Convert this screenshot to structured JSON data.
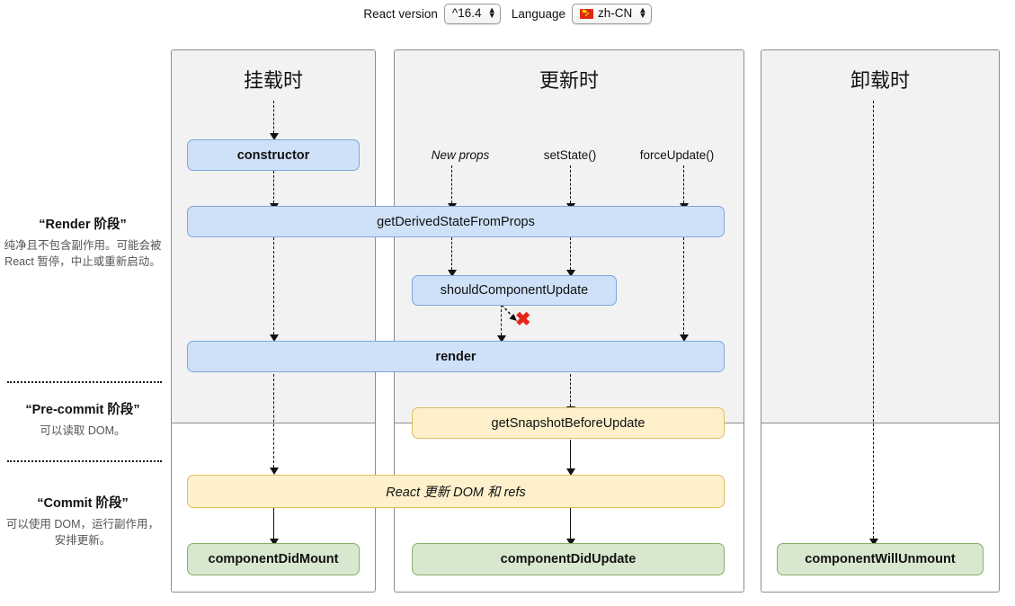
{
  "toolbar": {
    "react_version_label": "React version",
    "react_version_value": "^16.4",
    "language_label": "Language",
    "language_value": "zh-CN",
    "stepper_glyph": "▲▼"
  },
  "phases": [
    {
      "title": "“Render 阶段”",
      "desc": "纯净且不包含副作用。可能会被 React 暂停，中止或重新启动。"
    },
    {
      "title": "“Pre-commit 阶段”",
      "desc": "可以读取 DOM。"
    },
    {
      "title": "“Commit 阶段”",
      "desc": "可以使用 DOM，运行副作用，安排更新。"
    }
  ],
  "columns": [
    {
      "title": "挂载时"
    },
    {
      "title": "更新时"
    },
    {
      "title": "卸载时"
    }
  ],
  "triggers": [
    {
      "label": "New props"
    },
    {
      "label": "setState()"
    },
    {
      "label": "forceUpdate()"
    }
  ],
  "nodes": {
    "constructor": "constructor",
    "get_derived_state_from_props": "getDerivedStateFromProps",
    "should_component_update": "shouldComponentUpdate",
    "render": "render",
    "get_snapshot_before_update": "getSnapshotBeforeUpdate",
    "react_updates_dom": "React 更新 DOM 和 refs",
    "component_did_mount": "componentDidMount",
    "component_did_update": "componentDidUpdate",
    "component_will_unmount": "componentWillUnmount"
  },
  "annotations": {
    "skip_render_x": "✖"
  },
  "colors": {
    "blue_fill": "#cfe1f8",
    "blue_border": "#7ea6dd",
    "yellow_fill": "#fdf0cb",
    "yellow_border": "#dfbf62",
    "green_fill": "#d8e8cf",
    "green_border": "#86b06a",
    "grey_band": "#f2f2f2",
    "x_red": "#e8231a"
  }
}
